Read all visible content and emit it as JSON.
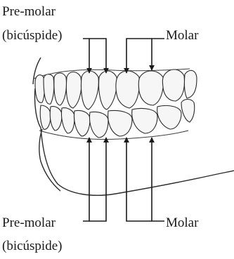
{
  "labels": {
    "top_left_line1": "Pre-molar",
    "top_left_line2": "(bicúspide)",
    "top_right": "Molar",
    "bottom_left_line1": "Pre-molar",
    "bottom_left_line2": "(bicúspide)",
    "bottom_right": "Molar"
  }
}
